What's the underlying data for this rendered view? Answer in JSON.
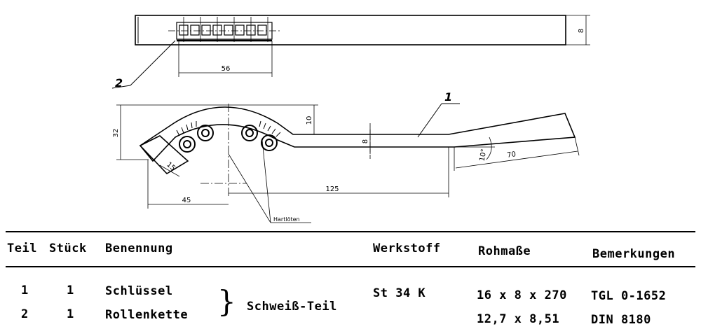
{
  "drawing": {
    "callouts": {
      "part1": "1",
      "part2": "2"
    },
    "dimensions": {
      "top_width": "56",
      "top_height": "8",
      "left_height": "32",
      "arc_height": "10",
      "shaft_height": "8",
      "angle": "10°",
      "end_length": "70",
      "jaw_size": "15",
      "offset_left": "45",
      "shaft_length": "125"
    },
    "note": "Hartlöten"
  },
  "table": {
    "headers": {
      "teil": "Teil",
      "stueck": "Stück",
      "benennung": "Benennung",
      "werkstoff": "Werkstoff",
      "rohmasse": "Rohmaße",
      "bemerkungen": "Bemerkungen"
    },
    "rows": [
      {
        "teil": "1",
        "stueck": "1",
        "benennung": "Schlüssel",
        "rohmasse": "16 x 8 x 270",
        "bemerkungen": "TGL 0-1652"
      },
      {
        "teil": "2",
        "stueck": "1",
        "benennung": "Rollenkette",
        "rohmasse": "12,7 x 8,51",
        "bemerkungen": "DIN 8180"
      }
    ],
    "group_label": "Schweiß-Teil",
    "werkstoff_value": "St 34 K"
  }
}
